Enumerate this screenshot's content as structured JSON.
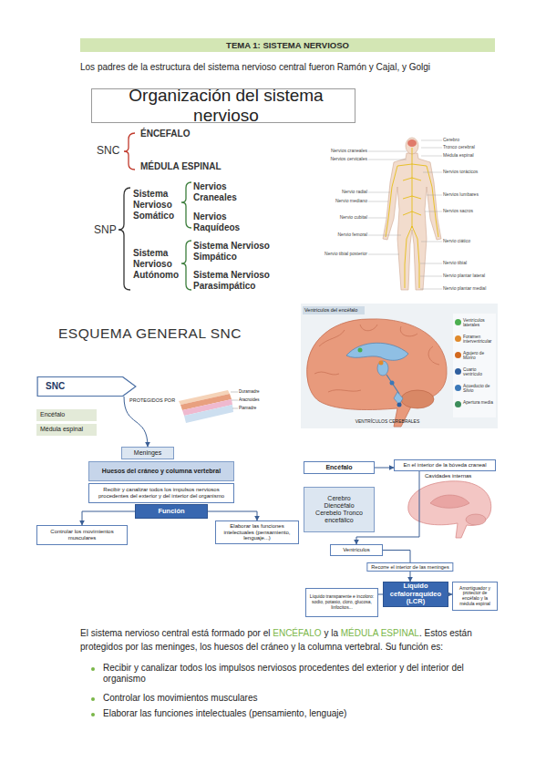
{
  "diagram": {
    "title": "TEMA 1: SISTEMA NERVIOSO",
    "nodes": [
      {
        "text": [
          "Organización del sistema nervioso"
        ]
      },
      {
        "text": [
          "SNC"
        ]
      },
      {
        "text": [
          "Encéfalo"
        ]
      },
      {
        "text": [
          "Médula espinal"
        ]
      },
      {
        "text": [
          "Meninges"
        ]
      },
      {
        "text": [
          "Huesos del cráneo y columna vertebral"
        ]
      },
      {
        "text": [
          "Recibir y canalizar todos los impulsos nerviosos procedentes del exterior y del interior del organismo"
        ]
      },
      {
        "text": [
          "Función"
        ]
      },
      {
        "text": [
          "Controlar los movimientos musculares"
        ]
      },
      {
        "text": [
          "Elaborar las funciones intelectuales (pensamiento, lenguaje...)"
        ]
      },
      {
        "text": [
          "Encéfalo"
        ]
      },
      {
        "text": [
          "En el interior de la bóveda craneal"
        ]
      },
      {
        "text": [
          "Cerebro Diencéfalo Cerebelo Tronco encefálico"
        ]
      },
      {
        "text": [
          "Ventrículos"
        ]
      },
      {
        "text": [
          "Líquido cefalorraquídeo (LCR)"
        ]
      },
      {
        "text": [
          "Líquido transparente e incoloro: sodio, potasio, cloro, glucosa, linfocitos..."
        ]
      },
      {
        "text": [
          "Amortiguador y protector de encéfalo y la médula espinal"
        ]
      }
    ],
    "edges": [
      {
        "from": 1,
        "to": 4,
        "arrow": "to",
        "label": "PROTEGIDOS POR"
      },
      {
        "from": 7,
        "to": 8,
        "arrow": "to"
      },
      {
        "from": 7,
        "to": 9,
        "arrow": "to"
      },
      {
        "from": 10,
        "to": 11,
        "arrow": "to"
      },
      {
        "from": 11,
        "to": 13,
        "arrow": "to"
      },
      {
        "from": 13,
        "to": 14,
        "arrow": "to",
        "label": "Recorre el interior de las meninges"
      },
      {
        "from": 14,
        "to": 15,
        "arrow": "none"
      },
      {
        "from": 14,
        "to": 16,
        "arrow": "to"
      }
    ],
    "labels": [
      "Los padres de la estructura del sistema nervioso central fueron Ramón y Cajal, y Golgi",
      "SNC",
      "ÉNCEFALO",
      "MÉDULA ESPINAL",
      "SNP",
      "Sistema Nervioso Somático",
      "Nervios Craneales",
      "Nervios Raquídeos",
      "Sistema Nervioso Autónomo",
      "Sistema Nervioso Simpático",
      "Sistema Nervioso Parasimpático",
      "Cerebro",
      "Tronco cerebral",
      "Médula espinal",
      "Nervios torácicos",
      "Nervios lumbares",
      "Nervios sacros",
      "Nervio ciático",
      "Nervio tibial",
      "Nervio plantar lateral",
      "Nervio plantar medial",
      "Nervios craneales",
      "Nervios cervicales",
      "Nervio radial",
      "Nervio mediano",
      "Nervio cubital",
      "Nervio femoral",
      "Nervio tibial posterior",
      "ESQUEMA GENERAL SNC",
      "Ventrículos del encéfalo",
      "VENTRÍCULOS CEREBRALES",
      "Duramadre",
      "Aracnoides",
      "Piamadre",
      "Cavidades internas",
      "El sistema nervioso central está formado por el",
      "ENCÉFALO",
      "y la",
      "MÉDULA ESPINAL",
      ". Estos están protegidos por las meninges, los huesos del cráneo y la columna vertebral. Su función es:",
      "Recibir y canalizar todos los impulsos nerviosos procedentes del exterior y del interior del organismo",
      "Controlar los movimientos musculares",
      "Elaborar las funciones intelectuales (pensamiento, lenguaje)"
    ],
    "legend": [
      {
        "text": "Ventrículos laterales",
        "color": "#4caf50"
      },
      {
        "text": "Foramen interventricular",
        "color": "#e08a2c"
      },
      {
        "text": "Agujero de Monro",
        "color": "#d2691e"
      },
      {
        "text": "Cuarto ventrículo",
        "color": "#2f5f9e"
      },
      {
        "text": "Acueducto de Silvio",
        "color": "#3a78b8"
      },
      {
        "text": "Apertura media",
        "color": "#3c8d5a"
      }
    ]
  }
}
